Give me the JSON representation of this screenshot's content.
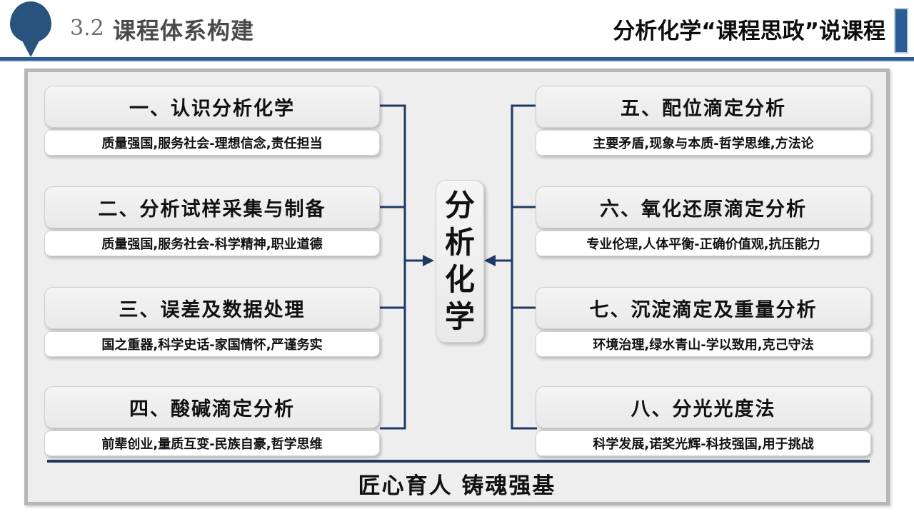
{
  "header": {
    "section_number": "3.2",
    "section_title": "课程体系构建",
    "deck_title": "分析化学“课程思政”说课程"
  },
  "center_node": {
    "label": "分析化学",
    "chars": [
      "分",
      "析",
      "化",
      "学"
    ]
  },
  "left_topics": [
    {
      "title": "一、认识分析化学",
      "subtitle": "质量强国,服务社会-理想信念,责任担当"
    },
    {
      "title": "二、分析试样采集与制备",
      "subtitle": "质量强国,服务社会-科学精神,职业道德"
    },
    {
      "title": "三、误差及数据处理",
      "subtitle": "国之重器,科学史话-家国情怀,严谨务实"
    },
    {
      "title": "四、酸碱滴定分析",
      "subtitle": "前辈创业,量质互变-民族自豪,哲学思维"
    }
  ],
  "right_topics": [
    {
      "title": "五、配位滴定分析",
      "subtitle": "主要矛盾,现象与本质-哲学思维,方法论"
    },
    {
      "title": "六、氧化还原滴定分析",
      "subtitle": "专业伦理,人体平衡-正确价值观,抗压能力"
    },
    {
      "title": "七、沉淀滴定及重量分析",
      "subtitle": "环境治理,绿水青山-学以致用,克己守法"
    },
    {
      "title": "八、分光光度法",
      "subtitle": "科学发展,诺奖光辉-科技强国,用于挑战"
    }
  ],
  "footer": {
    "slogan": "匠心育人  铸魂强基"
  },
  "colors": {
    "accent_blue": "#2b5c93",
    "pin_blue": "#27537c",
    "connector_navy": "#1f3864",
    "panel_bg": "#eeeeee",
    "panel_border": "#b6b6b6",
    "footer_rule": "#1f3864"
  }
}
